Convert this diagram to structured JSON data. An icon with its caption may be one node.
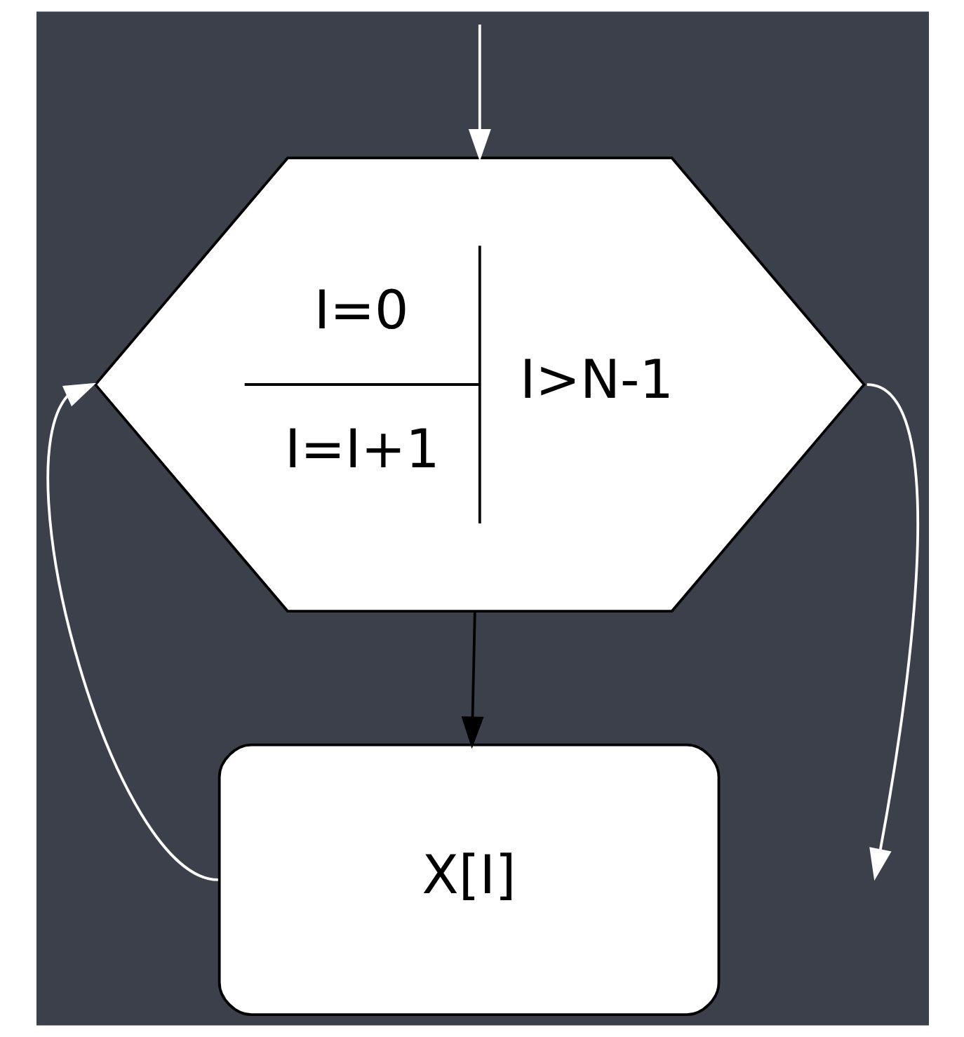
{
  "diagram": {
    "nodes": [
      {
        "text": [
          "I=0",
          "I=I+1",
          "I>N-1"
        ]
      },
      {
        "text": [
          "X[I]"
        ]
      }
    ],
    "edges": [
      {
        "from": 0,
        "to": null,
        "arrow": "to"
      },
      {
        "from": null,
        "to": 0,
        "arrow": "to"
      },
      {
        "from": 0,
        "to": 1,
        "arrow": "to",
        "color": "#000000"
      },
      {
        "from": 1,
        "to": 0,
        "arrow": "to"
      }
    ]
  }
}
